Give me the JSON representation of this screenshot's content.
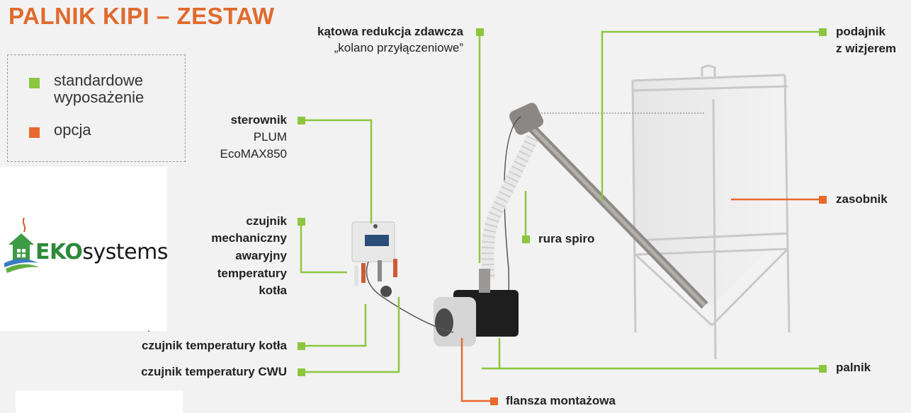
{
  "title": "PALNIK KIPI – ZESTAW",
  "colors": {
    "standard": "#8cc63f",
    "option": "#e8692c",
    "title": "#e06a2c"
  },
  "legend": {
    "standard_label": "standardowe wyposażenie",
    "option_label": "opcja"
  },
  "logo": {
    "prefix": "EKO",
    "suffix": "systems",
    "icon": "house-icon"
  },
  "labels": {
    "katowa_bold": "kątowa redukcja zdawcza",
    "katowa_sub": "„kolano przyłączeniowe”",
    "sterownik_bold": "sterownik",
    "sterownik_sub1": "PLUM",
    "sterownik_sub2": "EcoMAX850",
    "czujnik_mech": [
      "czujnik",
      "mechaniczny",
      "awaryjny",
      "temperatury",
      "kotła"
    ],
    "czujnik_kotla": "czujnik temperatury kotła",
    "czujnik_cwu": "czujnik temperatury CWU",
    "podajnik_1": "podajnik",
    "podajnik_2": "z wizjerem",
    "zasobnik": "zasobnik",
    "rura": "rura spiro",
    "palnik": "palnik",
    "flansza": "flansza montażowa"
  }
}
